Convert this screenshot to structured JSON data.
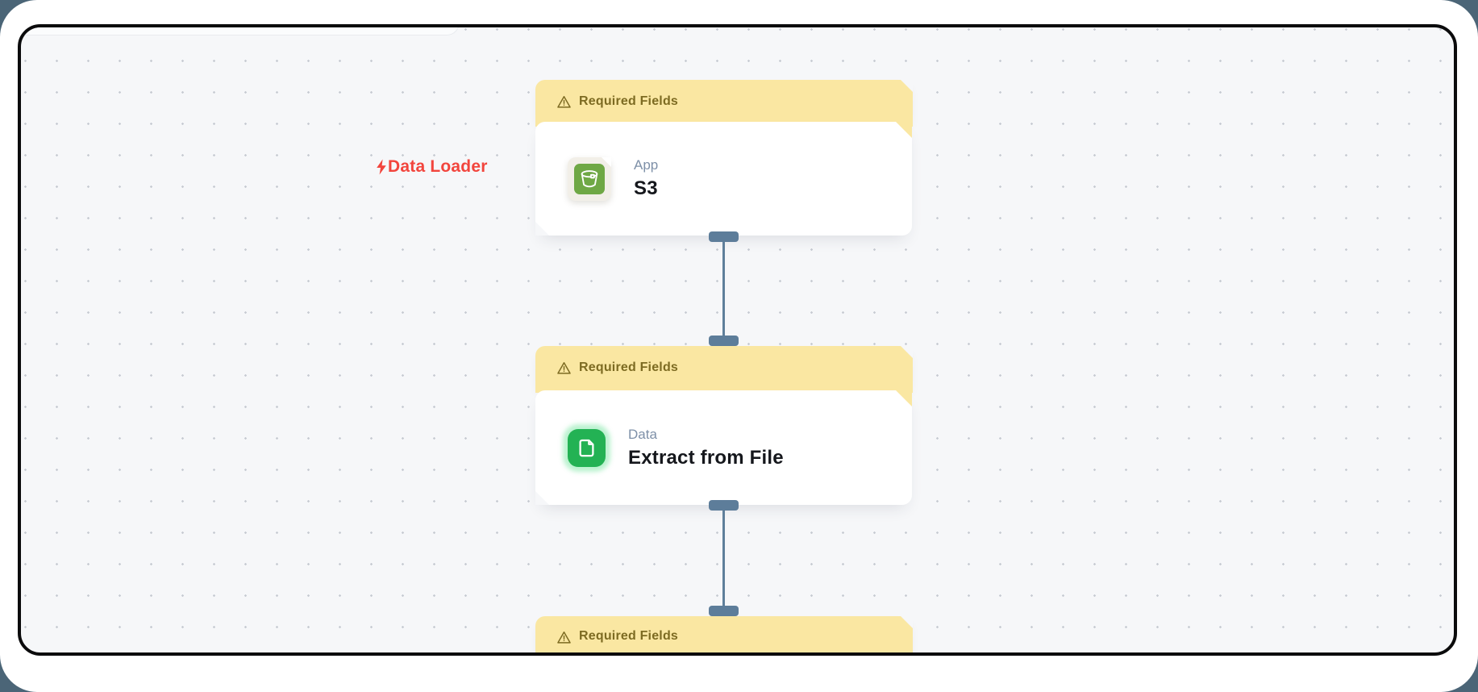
{
  "canvas": {
    "background": "#f6f7f9",
    "dot_color": "#c8ccd3",
    "frame_color": "#0b0b0c",
    "outer_background": "#4b6577"
  },
  "palette": {
    "banner_bg": "#fae7a2",
    "banner_text": "#7d6b22",
    "handle": "#5d7d9a",
    "edge": "#5f7f9b",
    "red_label": "#f2453d",
    "subtitle": "#7e90a8",
    "title": "#15171c",
    "s3_green": "#6fa845",
    "file_green": "#23b254",
    "icon_tile_bg": "#f2efe8"
  },
  "edge_label": {
    "icon": "lightning-icon",
    "text": "Data Loader"
  },
  "nodes": [
    {
      "banner": "Required Fields",
      "banner_icon": "warning-icon",
      "category": "App",
      "title": "S3",
      "icon": "s3-bucket-icon"
    },
    {
      "banner": "Required Fields",
      "banner_icon": "warning-icon",
      "category": "Data",
      "title": "Extract from File",
      "icon": "file-document-icon"
    },
    {
      "banner": "Required Fields",
      "banner_icon": "warning-icon"
    }
  ]
}
